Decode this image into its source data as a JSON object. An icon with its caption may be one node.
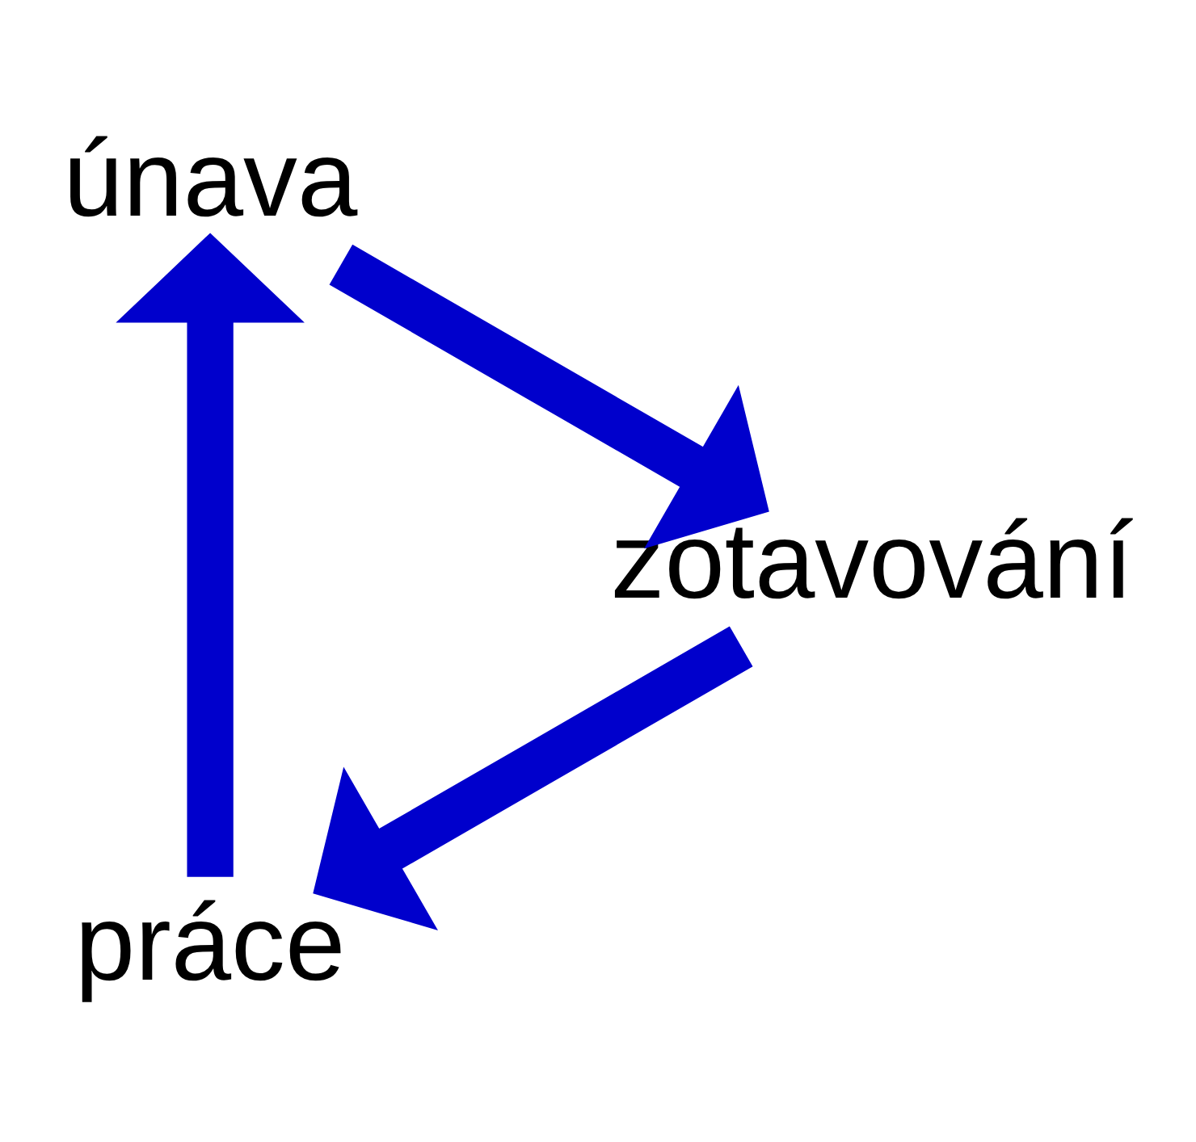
{
  "diagram": {
    "nodes": [
      {
        "text": [
          "práce"
        ]
      },
      {
        "text": [
          "únava"
        ]
      },
      {
        "text": [
          "zotavování"
        ]
      }
    ],
    "edges": [
      {
        "from": 0,
        "to": 1,
        "arrow": "to",
        "color": "#0000cc"
      },
      {
        "from": 1,
        "to": 2,
        "arrow": "to",
        "color": "#0000cc"
      },
      {
        "from": 2,
        "to": 0,
        "arrow": "to",
        "color": "#0000cc"
      }
    ]
  }
}
